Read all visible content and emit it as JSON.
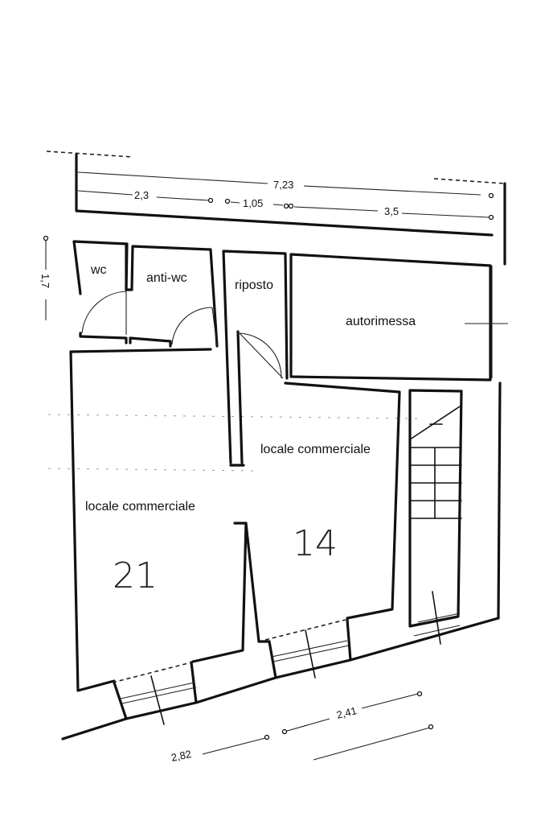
{
  "rooms": {
    "wc": "wc",
    "anti_wc": "anti-wc",
    "riposto": "riposto",
    "autorimessa": "autorimessa",
    "locale_right": "locale commerciale",
    "locale_left": "locale commerciale"
  },
  "dimensions": {
    "total_top": "7,23",
    "top_left": "2,3",
    "top_mid": "1,05",
    "top_right": "3,5",
    "left_vertical": "1,7",
    "bottom_right": "2,41",
    "bottom_left": "2,82"
  },
  "annotations": {
    "area_left": "21",
    "area_right": "14"
  }
}
